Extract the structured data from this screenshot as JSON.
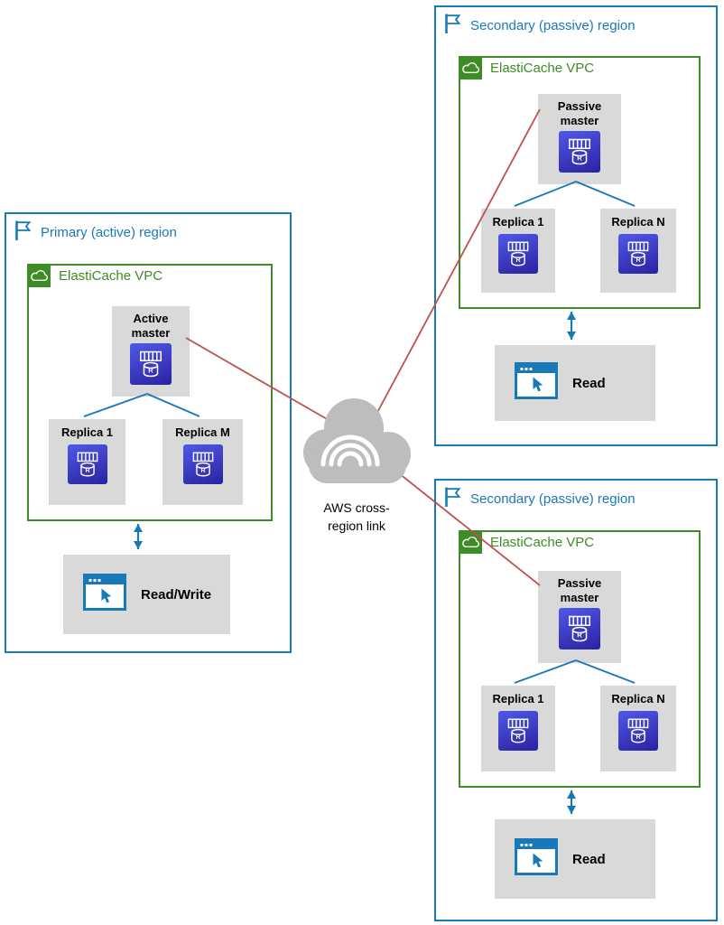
{
  "colors": {
    "region_blue": "#1879B8",
    "vpc_green": "#3E8C26",
    "node_gray": "#D9D9D9",
    "link_red": "#C0504D",
    "cloud_gray": "#BDBDBD",
    "cache_icon_gradient_top": "#4F59E8",
    "cache_icon_gradient_bottom": "#2B21A1"
  },
  "icons": {
    "cache_letter": "R",
    "region_marker": "flag-icon",
    "vpc_marker": "cloud-icon",
    "cache_node": "elasticache-redis-icon",
    "client": "app-window-icon",
    "network": "aws-cloud-icon"
  },
  "regions": {
    "primary": {
      "title": "Primary (active) region",
      "vpc_label": "ElastiCache VPC",
      "master_label": "Active master",
      "replicas": [
        "Replica 1",
        "Replica M"
      ],
      "client_label": "Read/Write"
    },
    "secondary_top": {
      "title": "Secondary (passive) region",
      "vpc_label": "ElastiCache VPC",
      "master_label": "Passive master",
      "replicas": [
        "Replica 1",
        "Replica N"
      ],
      "client_label": "Read"
    },
    "secondary_bottom": {
      "title": "Secondary (passive) region",
      "vpc_label": "ElastiCache VPC",
      "master_label": "Passive master",
      "replicas": [
        "Replica 1",
        "Replica N"
      ],
      "client_label": "Read"
    }
  },
  "cloud": {
    "label_line1": "AWS cross-",
    "label_line2": "region link"
  }
}
